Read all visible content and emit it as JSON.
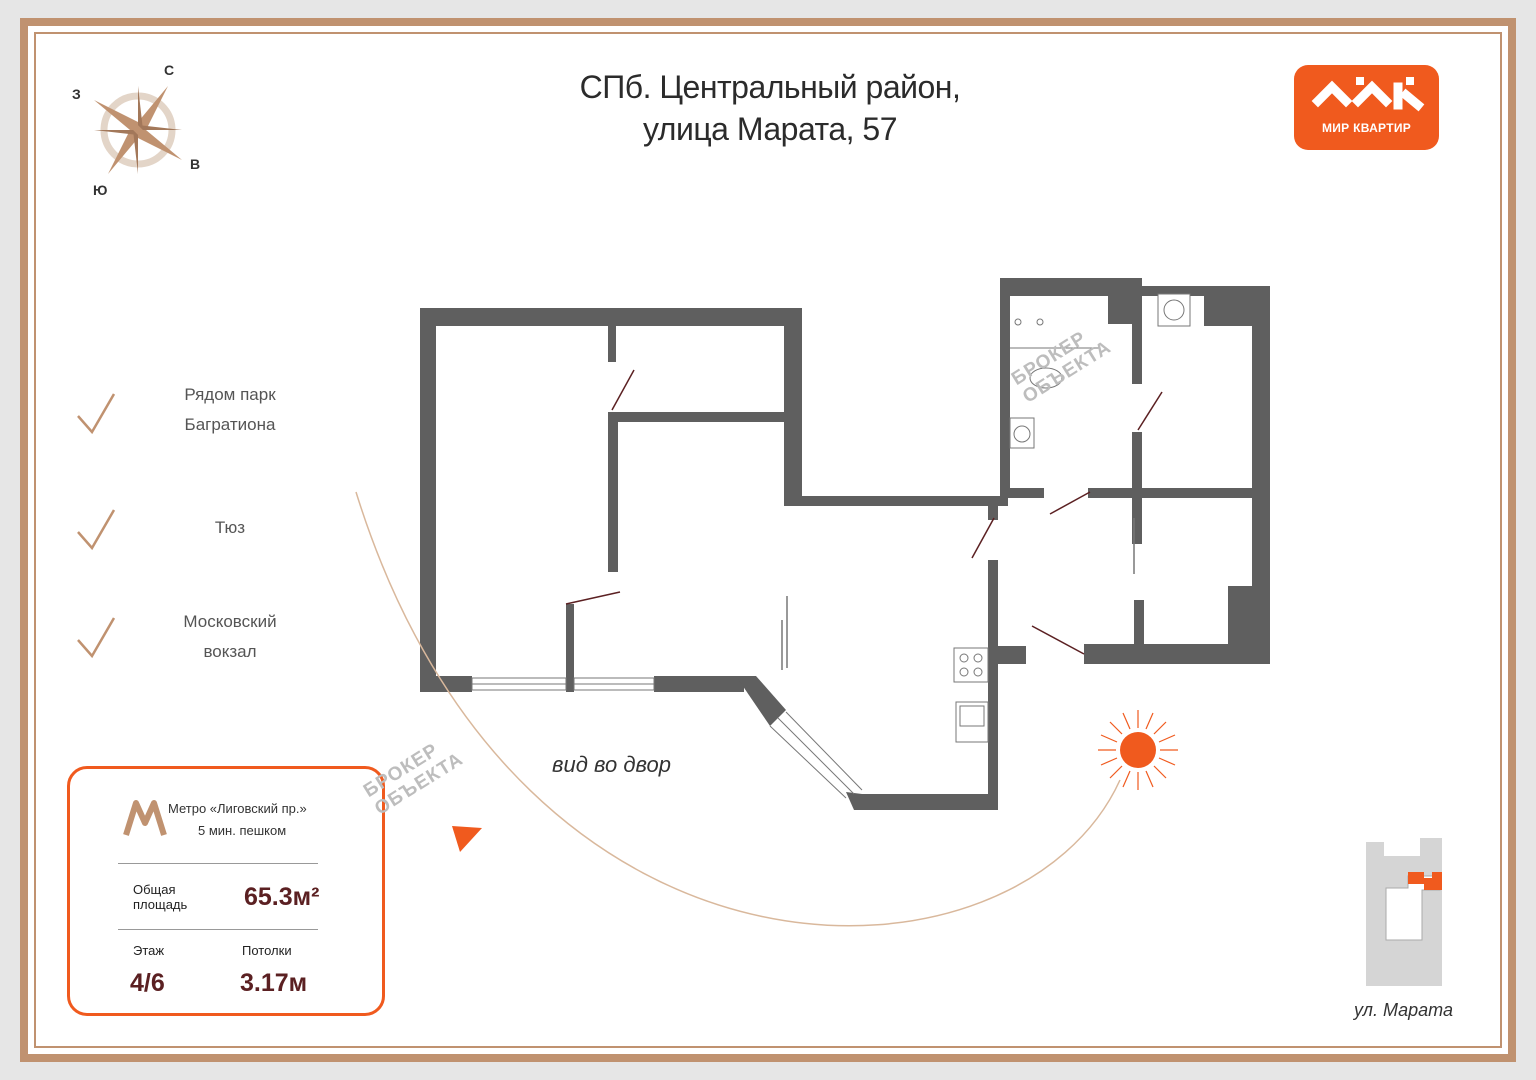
{
  "header": {
    "title_line1": "СПб. Центральный район,",
    "title_line2": "улица Марата, 57"
  },
  "logo": {
    "text": "МИР КВАРТИР",
    "color": "#f05a1e"
  },
  "compass": {
    "north": "С",
    "west": "З",
    "east": "В",
    "south": "Ю"
  },
  "features": [
    {
      "line1": "Рядом парк",
      "line2": "Багратиона"
    },
    {
      "line1": "Тюз",
      "line2": ""
    },
    {
      "line1": "Московский",
      "line2": "вокзал"
    }
  ],
  "info": {
    "metro_name": "Метро «Лиговский пр.»",
    "metro_walk": "5 мин. пешком",
    "area_label_1": "Общая",
    "area_label_2": "площадь",
    "area_value": "65.3м²",
    "floor_label": "Этаж",
    "floor_value": "4/6",
    "ceiling_label": "Потолки",
    "ceiling_value": "3.17м"
  },
  "view_label": "вид во двор",
  "street_label": "ул. Марата",
  "watermark": {
    "line1": "БРОКЕР",
    "line2": "ОБЪЕКТА"
  },
  "colors": {
    "accent": "#f05a1e",
    "frame": "#c09270",
    "wall": "#5f5f5f",
    "value_text": "#5b2022"
  }
}
